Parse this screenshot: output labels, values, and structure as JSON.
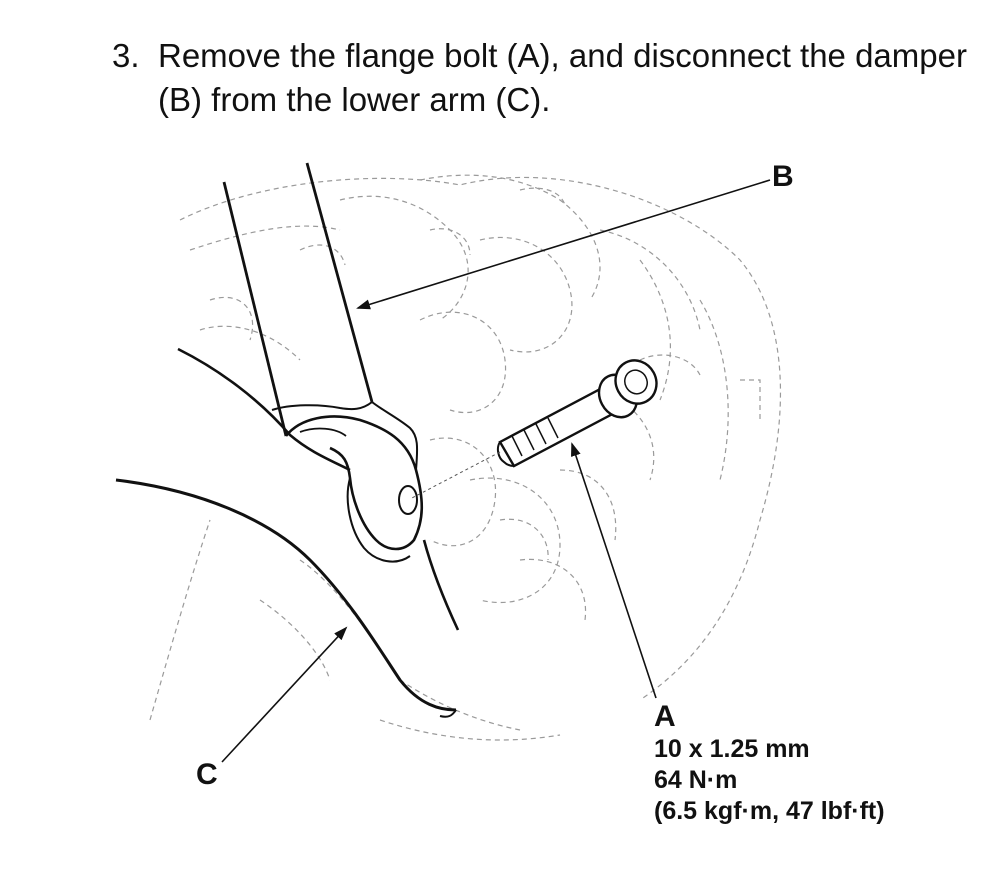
{
  "instruction": {
    "number": "3.",
    "text": "Remove the flange bolt (A), and disconnect the damper (B) from the lower arm (C)."
  },
  "callouts": {
    "B": "B",
    "C": "C",
    "A": "A"
  },
  "bolt_spec": {
    "size": "10 x 1.25 mm",
    "torque_nm": "64 N·m",
    "torque_alt": "(6.5 kgf·m, 47 lbf·ft)"
  }
}
